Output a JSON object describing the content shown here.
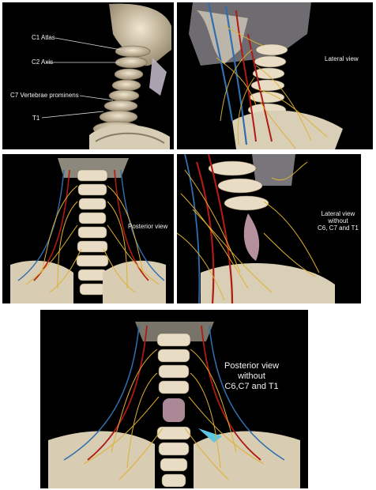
{
  "panels": {
    "atlas_labels": {
      "c1": "C1 Atlas",
      "c2": "C2 Axis",
      "c7": "C7 Vertebrae prominens",
      "t1": "T1"
    },
    "lateral_label": "Lateral view",
    "posterior_label": "Posterior view",
    "lateral_without": {
      "line1": "Lateral view",
      "line2": "without",
      "line3": "C6, C7 and T1"
    },
    "posterior_without": {
      "line1": "Posterior view",
      "line2": "without",
      "line3": "C6,C7 and T1"
    }
  },
  "colors": {
    "panel_bg": "#000000",
    "bone": "#e8dcc4",
    "nerve": "#e0b030",
    "artery": "#b01a14",
    "vein": "#2f6fb0",
    "cartilage": "#c9a0b0"
  }
}
